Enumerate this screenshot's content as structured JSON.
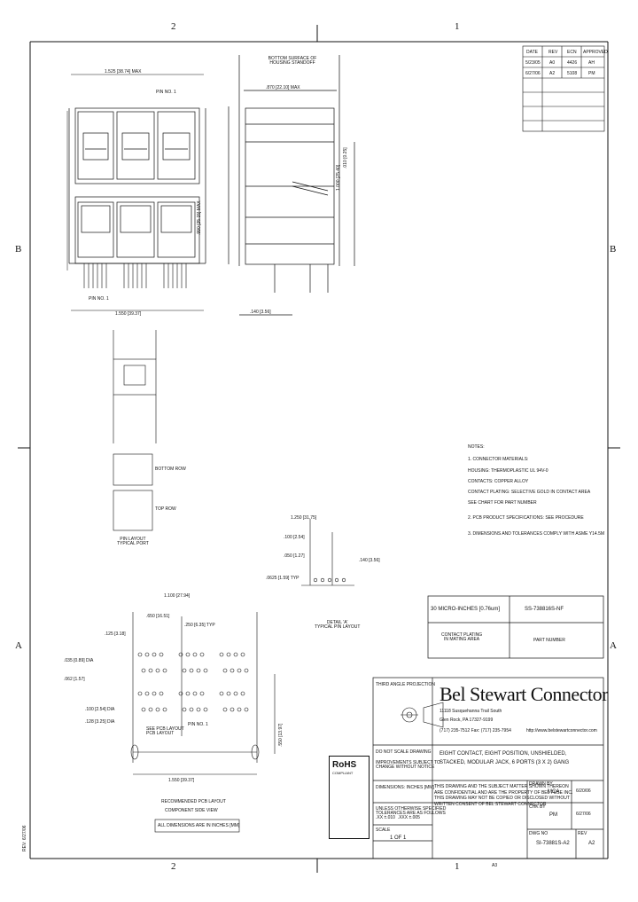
{
  "zones": {
    "top_left": "2",
    "top_right": "1",
    "bottom_left": "2",
    "bottom_right": "1",
    "left_mid": "B",
    "right_mid": "B",
    "left_low": "A",
    "right_low": "A"
  },
  "revision_table": {
    "headers": [
      "DATE",
      "REV",
      "ECN",
      "APPROVED"
    ],
    "rows": [
      [
        "5/23/05",
        "A0",
        "4426",
        "AH"
      ],
      [
        "6/27/06",
        "A2",
        "5108",
        "PM"
      ]
    ]
  },
  "dimensions": {
    "overall_width": "1.525 [38.74] MAX",
    "pin_1_top": "PIN NO. 1",
    "pin_1_bottom": "PIN NO. 1",
    "bottom_width": "1.550 [39.37]",
    "depth": ".870 [22.10] MAX",
    "height": ".990 [25.15] MAX",
    "standoff": "1.000 [25.40]",
    "lead_len": ".140 [3.56]",
    "tol": ".010 [0.25]",
    "bottom_surface": "BOTTOM SURFACE OF HOUSING STANDOFF"
  },
  "views": {
    "bottom_row": "BOTTOM ROW",
    "top_row": "TOP ROW",
    "terminal_pin": "PIN LAYOUT\nTYPICAL PORT"
  },
  "pcb_layout": {
    "d1": "1.100 [27.94]",
    "d2": ".650 [16.51]",
    "d3": ".125 [3.18]",
    "d4": ".250 [6.35] TYP",
    "d5": ".062 [1.57]",
    "holes_a": ".035 [0.89] DIA",
    "holes_b": ".100 [2.54] DIA",
    "holes_c": ".128 [3.25] DIA",
    "pin_1_label": "PIN NO. 1",
    "view": "SEE PCB LAYOUT\nPCB LAYOUT",
    "width": "1.550 [39.37]",
    "height": ".550 [13.97]",
    "note1": "RECOMMENDED PCB LAYOUT",
    "note2": "COMPONENT SIDE VIEW",
    "note3": "ALL DIMENSIONS ARE IN INCHES [MM]"
  },
  "pin_layout": {
    "d1": "1.250 [31.75]",
    "d2": ".100 [2.54]",
    "d3": ".050 [1.27]",
    "d4": ".140 [3.56]",
    "d5": ".0625 [1.59] TYP",
    "label": "DETAIL 'A'\nTYPICAL PIN LAYOUT"
  },
  "notes": {
    "title": "NOTES:",
    "lines": [
      "1. CONNECTOR MATERIALS:",
      "   HOUSING: THERMOPLASTIC UL 94V-0",
      "   CONTACTS: COPPER ALLOY",
      "   CONTACT PLATING: SELECTIVE GOLD IN CONTACT AREA",
      "   SEE CHART FOR PART NUMBER",
      "2. PCB PRODUCT SPECIFICATIONS: SEE PROCEDURE",
      "3. DIMENSIONS AND TOLERANCES COMPLY WITH ASME Y14.5M"
    ]
  },
  "part_table": {
    "plating": "30 MICRO-INCHES [0.76um]",
    "part_number": "SS-738816S-NF",
    "col1": "CONTACT PLATING\nIN MATING AREA",
    "col2": "PART NUMBER"
  },
  "title_block": {
    "projection": "THIRD ANGLE PROJECTION",
    "company": "Bel Stewart Connector",
    "address1": "11118 Susquehanna Trail South",
    "address2": "Glen Rock, PA 17327-9199",
    "address3": "(717) 235-7512   Fax: (717) 235-7954",
    "website": "http://www.belstewartconnector.com",
    "title": "EIGHT CONTACT, EIGHT POSITION, UNSHIELDED,\nSTACKED, MODULAR JACK, 6 PORTS (3 X 2) GANG",
    "drawn": "DRAWN BY",
    "drawn_val": "MCA",
    "date1": "6/20/06",
    "chk": "CHK BY",
    "chk_val": "PM",
    "date2": "6/27/06",
    "scale_label": "SCALE",
    "scale": "1 OF 1",
    "drawing_no_label": "DWG NO",
    "drawing_no": "SI-73881S-A2",
    "rev_label": "REV",
    "rev": "A2",
    "footer": "A3",
    "do_not_scale": "DO NOT SCALE DRAWING",
    "tol_notes": "UNLESS OTHERWISE SPECIFIED\nTOLERANCES ARE AS FOLLOWS\n.XX ±.010  .XXX ±.005",
    "proprietary": "THIS DRAWING AND THE SUBJECT MATTER SHOWN THEREON\nARE CONFIDENTIAL AND ARE THE PROPERTY OF BEL FUSE INC.\nTHIS DRAWING MAY NOT BE COPIED OR DISCLOSED WITHOUT\nWRITTEN CONSENT OF BEL STEWART CONNECTOR",
    "mandatory": "IMPROVEMENTS SUBJECT TO\nCHANGE WITHOUT NOTICE",
    "dimensions_units": "DIMENSIONS: INCHES [MM]"
  },
  "rohs": {
    "logo": "RoHS",
    "sub": "COMPLIANT"
  },
  "side_note": "REV: 6/27/06"
}
